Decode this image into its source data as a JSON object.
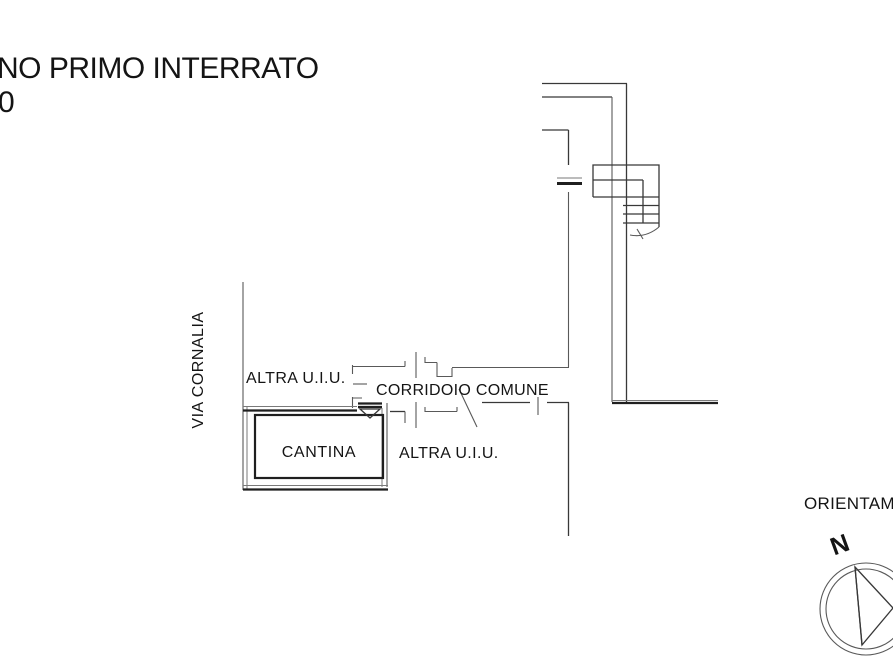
{
  "title": {
    "main": "NO PRIMO INTERRATO",
    "scale": "0"
  },
  "plan": {
    "street_label": "VIA CORNALIA",
    "rooms": {
      "altra_uiu_upper": "ALTRA U.I.U.",
      "corridor": "CORRIDOIO COMUNE",
      "cantina": "CANTINA",
      "altra_uiu_lower": "ALTRA U.I.U."
    }
  },
  "compass": {
    "heading": "ORIENTAM",
    "north_label": "N"
  },
  "colors": {
    "line": "#595959",
    "line_dark": "#1f1f1f",
    "text": "#141414",
    "background": "#ffffff"
  }
}
